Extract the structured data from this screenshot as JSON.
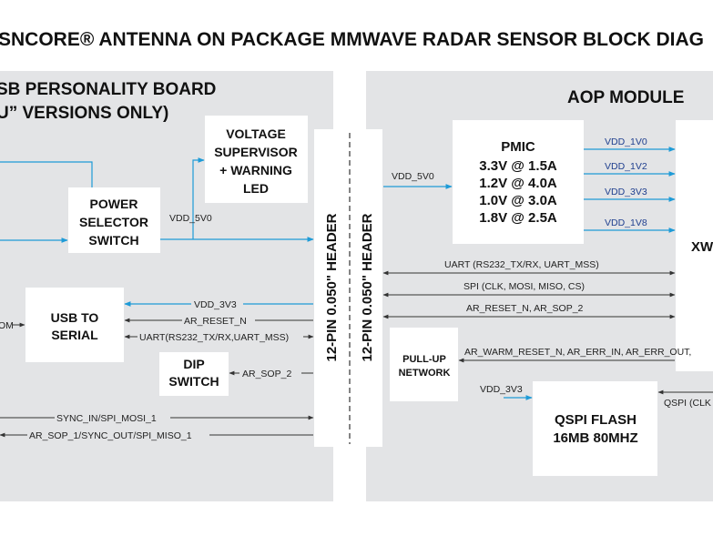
{
  "title": "SNCORE® ANTENNA ON PACKAGE MMWAVE RADAR SENSOR BLOCK DIAG",
  "left_panel": {
    "title_line1": "SB PERSONALITY BOARD",
    "title_line2": "U” VERSIONS ONLY)"
  },
  "right_panel": {
    "title": "AOP MODULE"
  },
  "blocks": {
    "voltage_supervisor": [
      "VOLTAGE",
      "SUPERVISOR",
      "+ WARNING",
      "LED"
    ],
    "power_selector": [
      "POWER",
      "SELECTOR",
      "SWITCH"
    ],
    "usb_to_serial": [
      "USB TO",
      "SERIAL"
    ],
    "dip_switch": [
      "DIP",
      "SWITCH"
    ],
    "pmic": [
      "PMIC",
      "3.3V @ 1.5A",
      "1.2V @ 4.0A",
      "1.0V @ 3.0A",
      "1.8V @ 2.5A"
    ],
    "pull_up": [
      "PULL-UP",
      "NETWORK"
    ],
    "qspi_flash": [
      "QSPI FLASH",
      "16MB 80MHZ"
    ],
    "xw": "XW"
  },
  "headers": {
    "left": "12-PIN 0.050\" HEADER",
    "right": "12-PIN 0.050\" HEADER"
  },
  "signals": {
    "vdd_5v0_left": "VDD_5V0",
    "vdd_3v3_left": "VDD_3V3",
    "ar_reset_n_left": "AR_RESET_N",
    "uart_left": "UART(RS232_TX/RX,UART_MSS)",
    "ar_sop_2_left": "AR_SOP_2",
    "sync_in": "SYNC_IN/SPI_MOSI_1",
    "ar_sop_1": "AR_SOP_1/SYNC_OUT/SPI_MISO_1",
    "om_cut": "OM",
    "vdd_5v0_right": "VDD_5V0",
    "vdd_1v0": "VDD_1V0",
    "vdd_1v2": "VDD_1V2",
    "vdd_3v3_pmic": "VDD_3V3",
    "vdd_1v8": "VDD_1V8",
    "uart_right": "UART (RS232_TX/RX, UART_MSS)",
    "spi_right": "SPI (CLK, MOSI, MISO, CS)",
    "ar_reset_right": "AR_RESET_N, AR_SOP_2",
    "ar_warm": "AR_WARM_RESET_N, AR_ERR_IN, AR_ERR_OUT,",
    "vdd_3v3_qspi": "VDD_3V3",
    "qspi_clk": "QSPI (CLK"
  }
}
